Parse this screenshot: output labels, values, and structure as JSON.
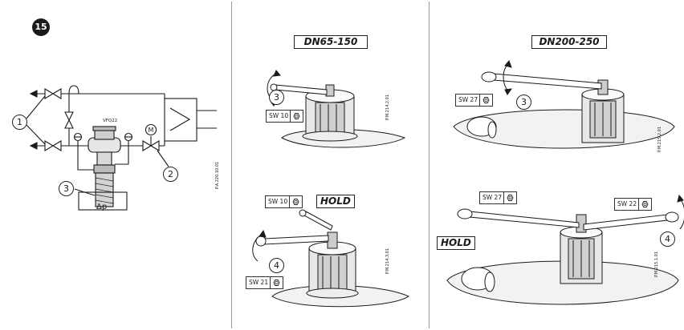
{
  "figure": {
    "step_number": "15"
  },
  "schematic": {
    "valve_label": "VFQ22",
    "dp_label": "Δp",
    "motor_label": "M",
    "callouts": [
      "1",
      "2",
      "3"
    ],
    "drawing_code": "P.A.220.10.01"
  },
  "panels": [
    {
      "title": "DN65-150",
      "top": {
        "wrench": "SW 10",
        "step": "3",
        "drawing_code": "P.M.214.2.01"
      },
      "bottom": {
        "wrench_small": "SW 10",
        "hold_label": "HOLD",
        "wrench_large": "SW 21",
        "step": "4",
        "drawing_code": "P.M.214.3.01"
      }
    },
    {
      "title": "DN200-250",
      "top": {
        "wrench": "SW 27",
        "step": "3",
        "drawing_code": "P.M.215.2.01"
      },
      "bottom": {
        "wrench_left": "SW 27",
        "hold_label": "HOLD",
        "wrench_right": "SW 22",
        "step": "4",
        "drawing_code": "P.M.215.1.01"
      }
    }
  ],
  "colors": {
    "line": "#1a1a1a",
    "divider": "#9a9a9a",
    "background": "#ffffff"
  }
}
